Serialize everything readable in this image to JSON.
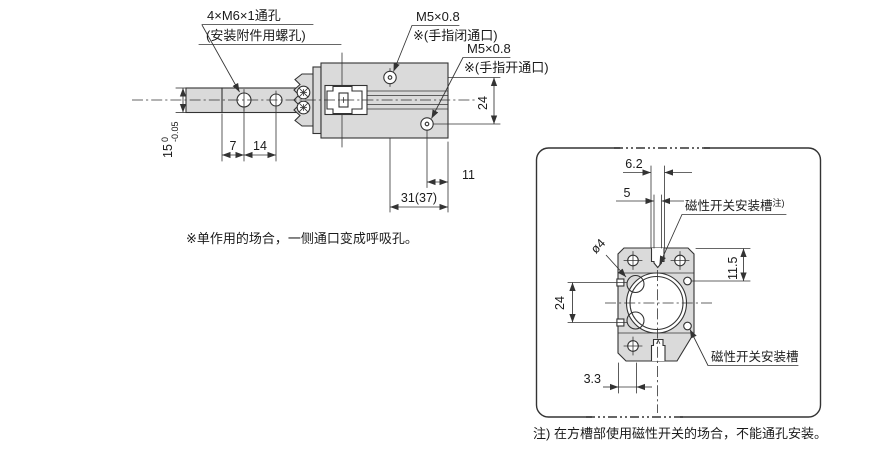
{
  "colors": {
    "line": "#333333",
    "fill": "#dadada",
    "text": "#1a1a1a",
    "bg": "#ffffff"
  },
  "left_view": {
    "label_mount_holes": {
      "line1": "4×M6×1通孔",
      "line2": "(安装附件用螺孔)"
    },
    "label_port_close": {
      "line1": "M5×0.8",
      "line2": "※(手指闭通口)"
    },
    "label_port_open": {
      "line1": "M5×0.8",
      "line2": "※(手指开通口)"
    },
    "dim_finger_width": {
      "value": "15",
      "tol_upper": "0",
      "tol_lower": "-0.05"
    },
    "dim_hole_offset": "7",
    "dim_hole_pitch": "14",
    "dim_port_pitch": "24",
    "dim_port_to_edge": "11",
    "dim_body_length": "31(37)",
    "note": "※单作用的场合，一侧通口变成呼吸孔。"
  },
  "right_view": {
    "dim_groove_outer": "6.2",
    "dim_groove_inner": "5",
    "dim_groove_depth": "11.5",
    "dim_side_groove_pitch": "24",
    "dim_hole_edge_offset": "3.3",
    "label_hole_dia": "ø4",
    "label_slot_top": {
      "text": "磁性开关安装槽",
      "sup": "注)"
    },
    "label_slot_side": "磁性开关安装槽",
    "note": "注) 在方槽部使用磁性开关的场合，不能通孔安装。"
  }
}
